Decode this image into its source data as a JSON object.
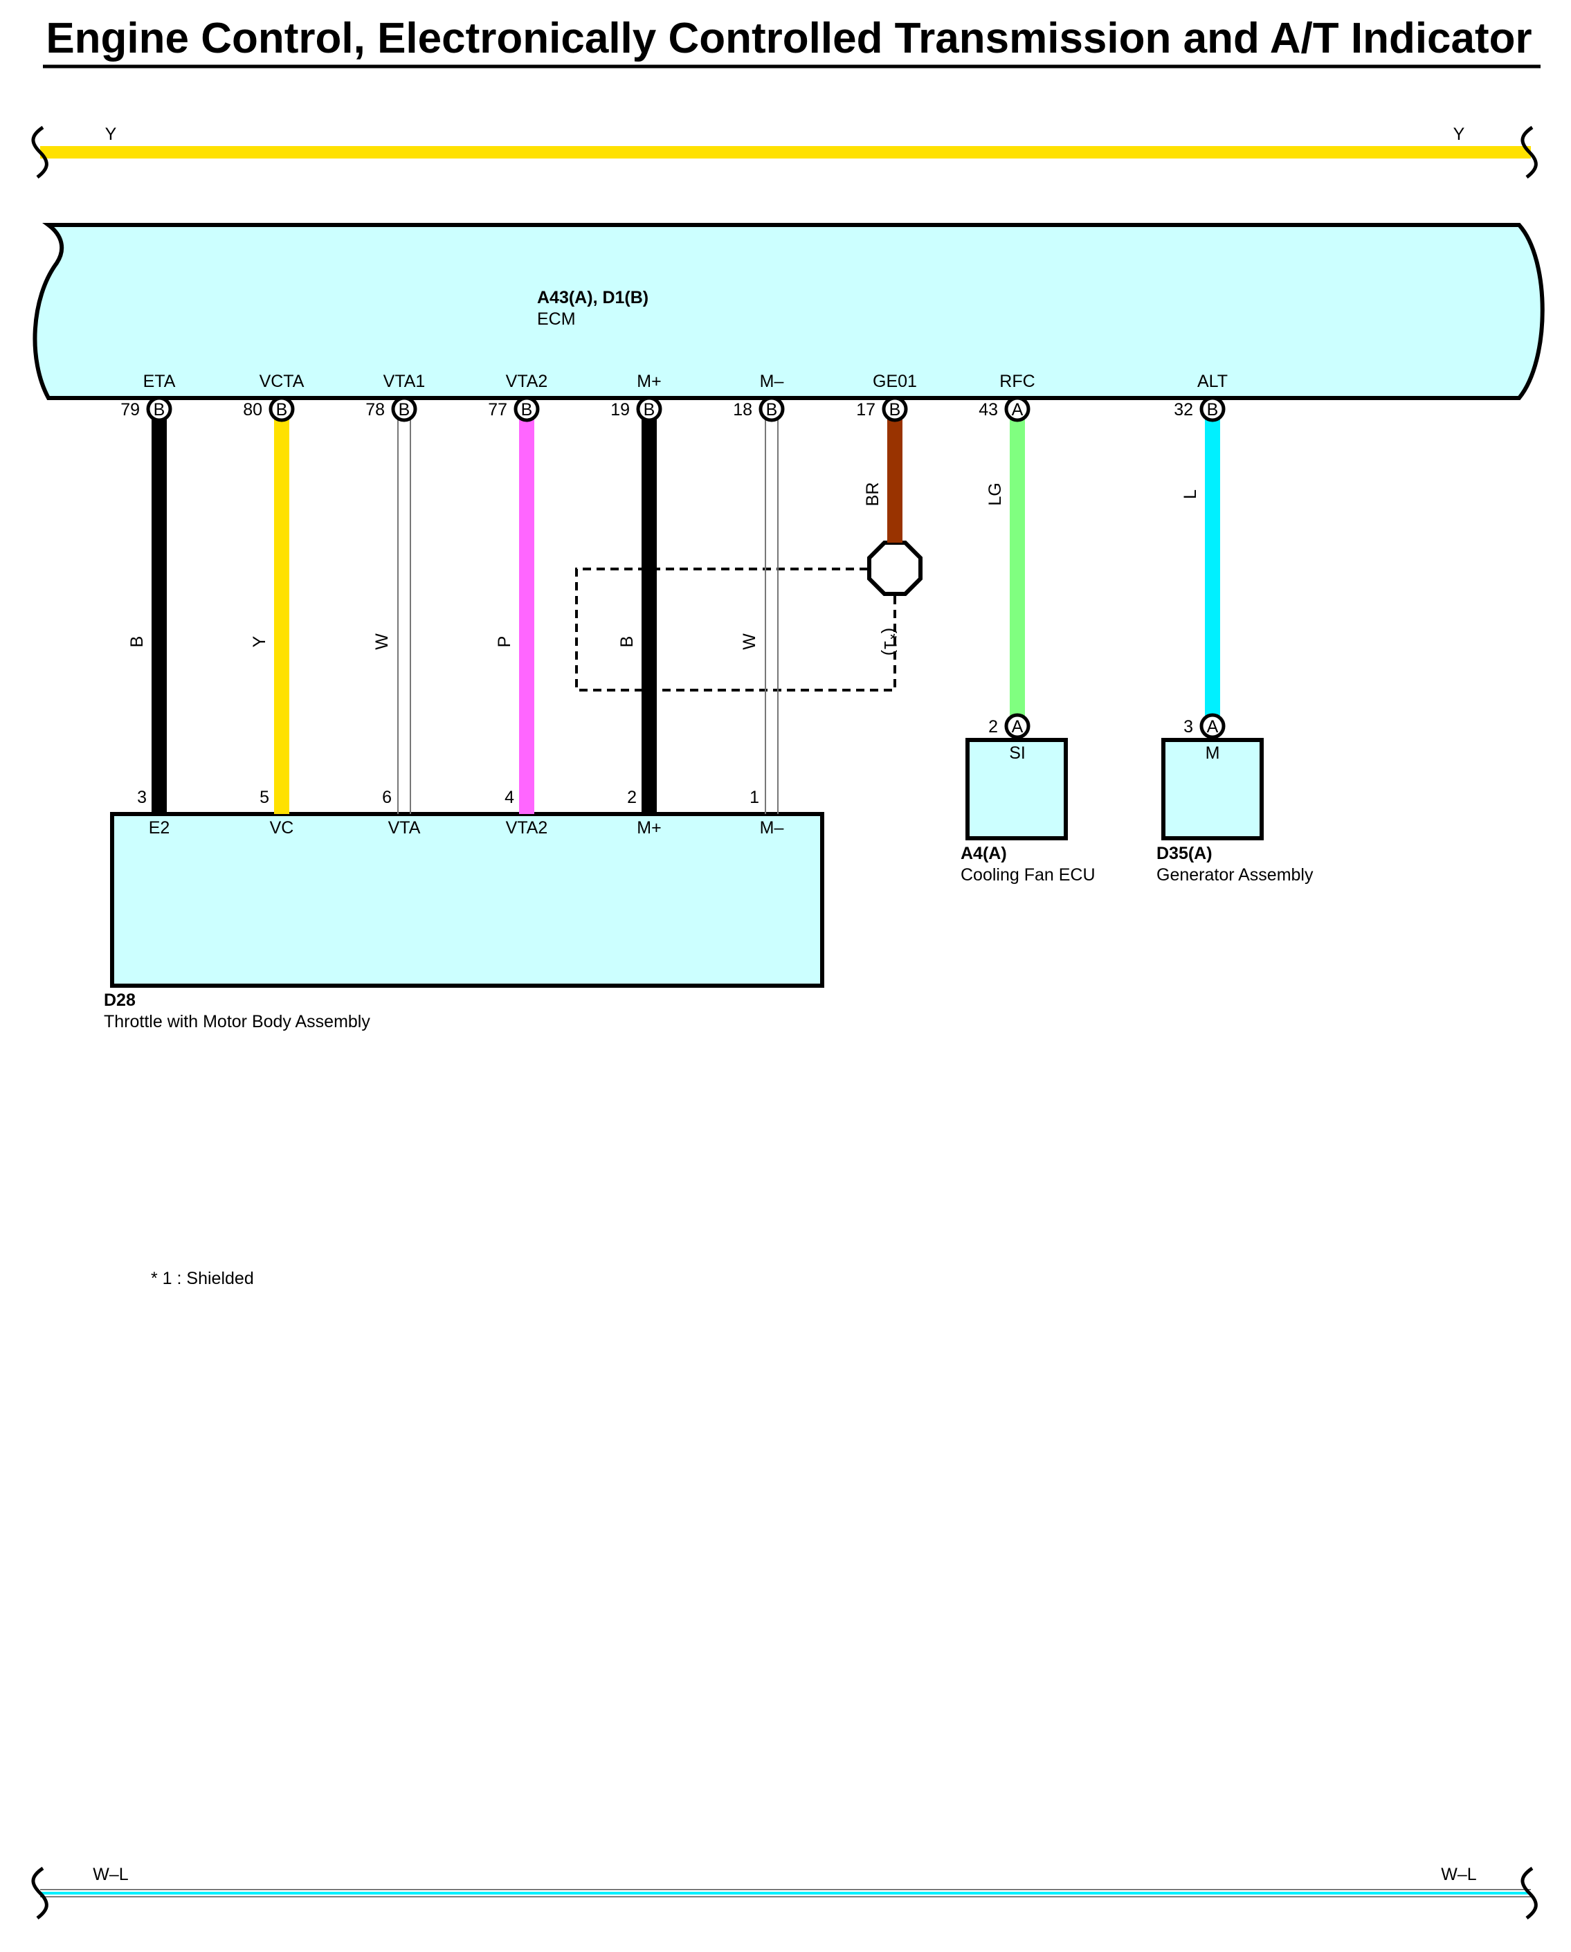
{
  "title": "Engine Control, Electronically Controlled Transmission and A/T Indicator",
  "colors": {
    "Y": "#ffe100",
    "B": "#000000",
    "W": "#ffffff",
    "P": "#ff66ff",
    "BR": "#993300",
    "LG": "#80ff80",
    "L": "#00f0ff",
    "component_fill": "#ccffff"
  },
  "top_bus": {
    "left_label": "Y",
    "right_label": "Y",
    "color": "Y"
  },
  "bottom_bus": {
    "left_label": "W–L",
    "right_label": "W–L",
    "color": "L"
  },
  "ecm": {
    "code": "A43(A), D1(B)",
    "name": "ECM"
  },
  "ecm_pins": [
    {
      "id": "eta",
      "label": "ETA",
      "pin": "79",
      "conn": "B",
      "wire": "B",
      "target_pin": "3",
      "target_label": "E2"
    },
    {
      "id": "vcta",
      "label": "VCTA",
      "pin": "80",
      "conn": "B",
      "wire": "Y",
      "target_pin": "5",
      "target_label": "VC"
    },
    {
      "id": "vta1",
      "label": "VTA1",
      "pin": "78",
      "conn": "B",
      "wire": "W",
      "target_pin": "6",
      "target_label": "VTA"
    },
    {
      "id": "vta2",
      "label": "VTA2",
      "pin": "77",
      "conn": "B",
      "wire": "P",
      "target_pin": "4",
      "target_label": "VTA2"
    },
    {
      "id": "mplus",
      "label": "M+",
      "pin": "19",
      "conn": "B",
      "wire": "B",
      "target_pin": "2",
      "target_label": "M+"
    },
    {
      "id": "mminus",
      "label": "M–",
      "pin": "18",
      "conn": "B",
      "wire": "W",
      "target_pin": "1",
      "target_label": "M–"
    },
    {
      "id": "ge01",
      "label": "GE01",
      "pin": "17",
      "conn": "B",
      "wire": "BR",
      "target_pin": "",
      "target_label": ""
    },
    {
      "id": "rfc",
      "label": "RFC",
      "pin": "43",
      "conn": "A",
      "wire": "LG",
      "target_pin": "2",
      "target_label": "SI"
    },
    {
      "id": "alt",
      "label": "ALT",
      "pin": "32",
      "conn": "B",
      "wire": "L",
      "target_pin": "3",
      "target_label": "M"
    }
  ],
  "shield": {
    "label": "(*1)"
  },
  "throttle": {
    "code": "D28",
    "name": "Throttle with Motor Body Assembly"
  },
  "cooling_fan": {
    "code": "A4(A)",
    "name": "Cooling Fan ECU",
    "conn": "A"
  },
  "generator": {
    "code": "D35(A)",
    "name": "Generator Assembly",
    "conn": "A"
  },
  "footnote": "* 1 : Shielded"
}
